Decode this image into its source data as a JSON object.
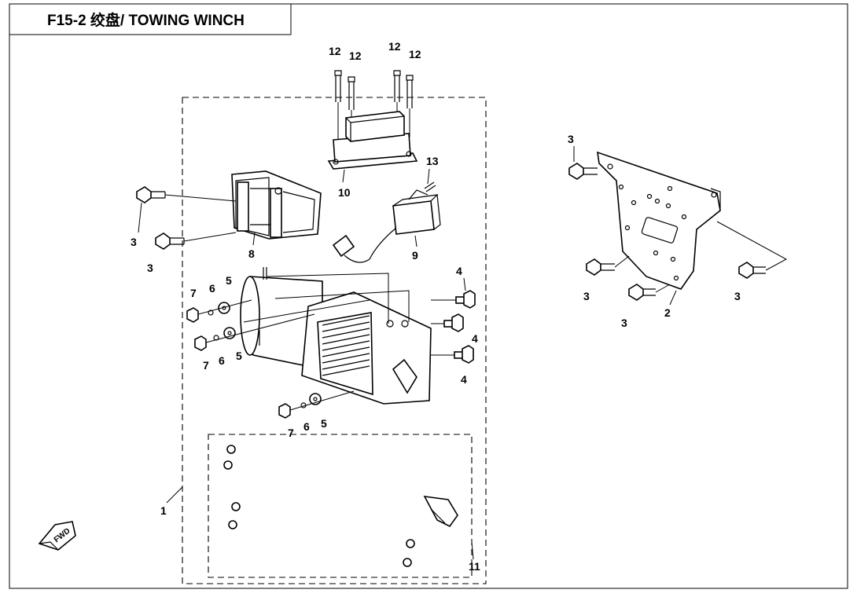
{
  "title": "F15-2 绞盘/ TOWING WINCH",
  "forward_badge": "FWD",
  "callouts": {
    "c12a": "12",
    "c12b": "12",
    "c12c": "12",
    "c12d": "12",
    "c13": "13",
    "c10": "10",
    "c9": "9",
    "c8": "8",
    "c3a": "3",
    "c3b": "3",
    "c3c": "3",
    "c3d": "3",
    "c3e": "3",
    "c3f": "3",
    "c4a": "4",
    "c4b": "4",
    "c4c": "4",
    "c5a": "5",
    "c5b": "5",
    "c5c": "5",
    "c6a": "6",
    "c6b": "6",
    "c6c": "6",
    "c7a": "7",
    "c7b": "7",
    "c7c": "7",
    "c2": "2",
    "c1": "1",
    "c11": "11"
  }
}
